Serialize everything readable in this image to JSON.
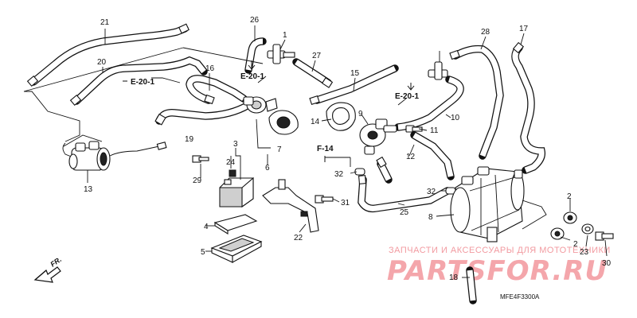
{
  "callouts": [
    "21",
    "26",
    "1",
    "27",
    "28",
    "17",
    "20",
    "16",
    "15",
    "14",
    "9",
    "10",
    "11",
    "12",
    "19",
    "3",
    "24",
    "7",
    "6",
    "29",
    "13",
    "31",
    "32",
    "22",
    "2",
    "25",
    "4",
    "8",
    "5",
    "23",
    "30",
    "18"
  ],
  "references": [
    "E-20-1",
    "E-20-1",
    "E-20-1",
    "F-14"
  ],
  "diagram_code": "MFE4F3300A",
  "direction_label": "FR.",
  "watermark": {
    "caption": "ЗАПЧАСТИ И АКСЕССУАРЫ ДЛЯ МОТОТЕХНИКИ",
    "brand": "PARTSFOR.RU",
    "color": "#f29aa0"
  }
}
